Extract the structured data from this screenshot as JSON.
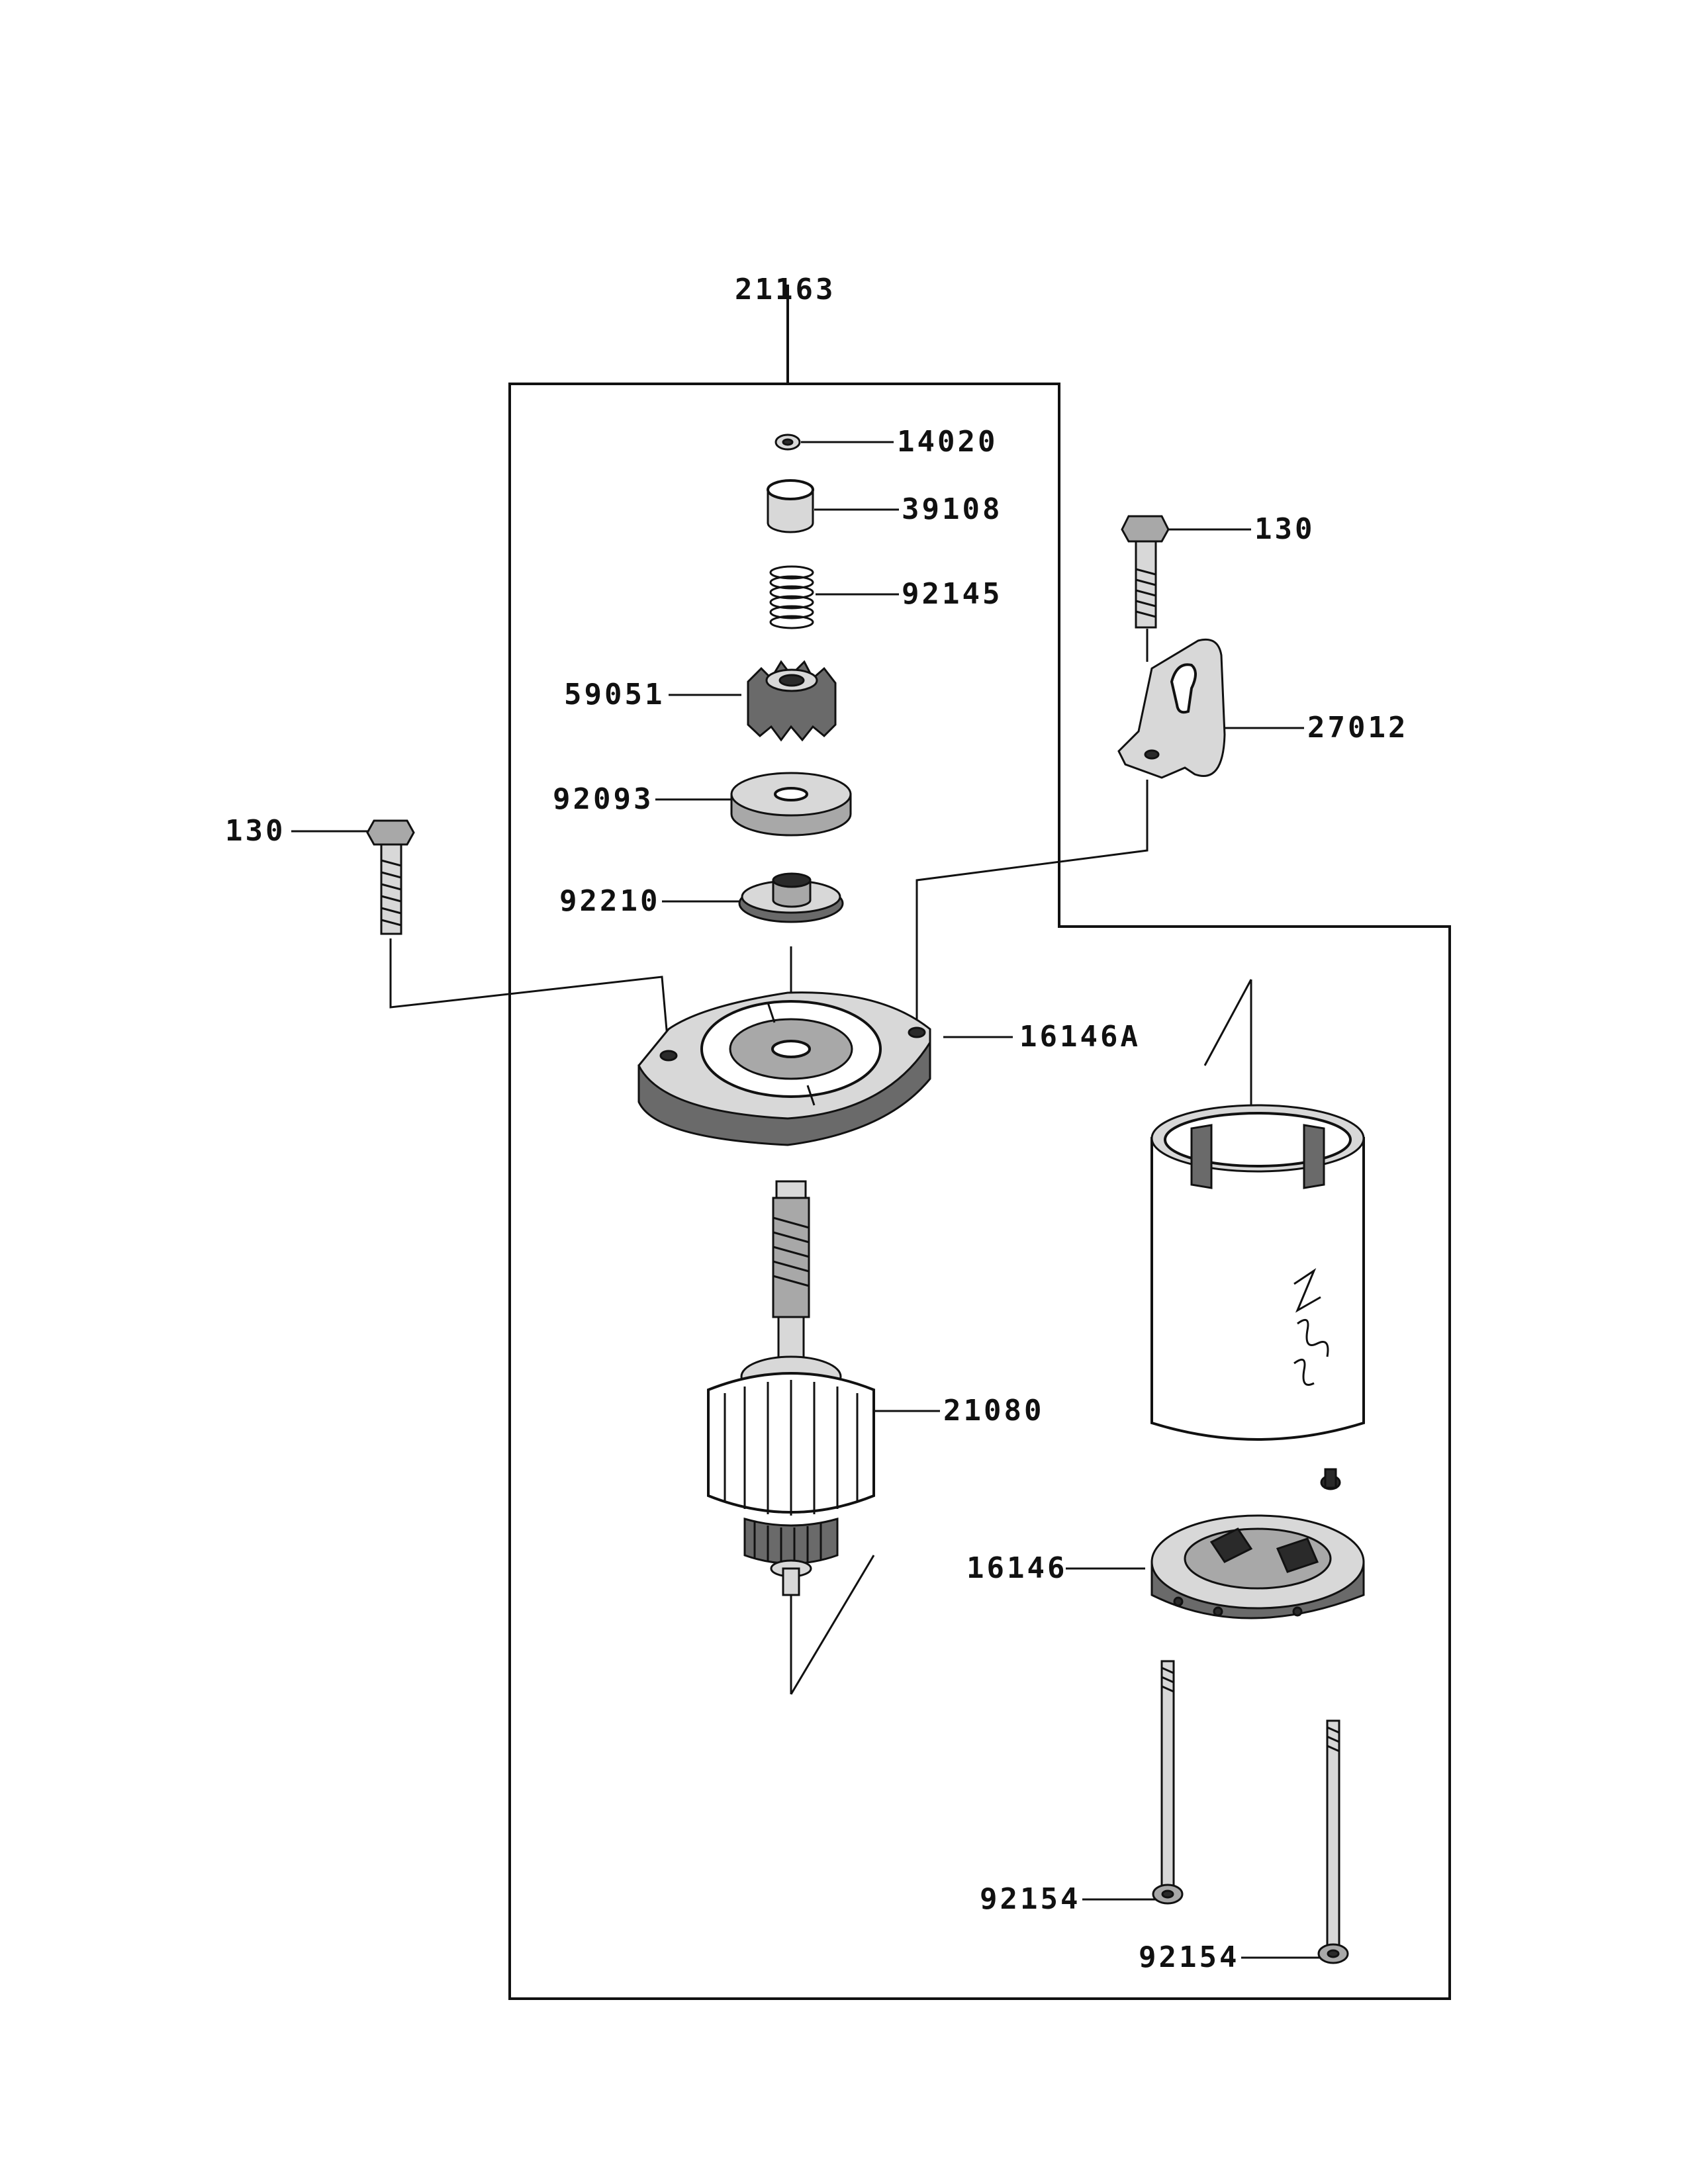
{
  "callouts": {
    "c21163": "21163",
    "c14020": "14020",
    "c39108": "39108",
    "c92145": "92145",
    "c130_right": "130",
    "c59051": "59051",
    "c27012": "27012",
    "c92093": "92093",
    "c130_left": "130",
    "c92210": "92210",
    "c16146A": "16146A",
    "c21080": "21080",
    "c16146": "16146",
    "c92154_a": "92154",
    "c92154_b": "92154"
  }
}
